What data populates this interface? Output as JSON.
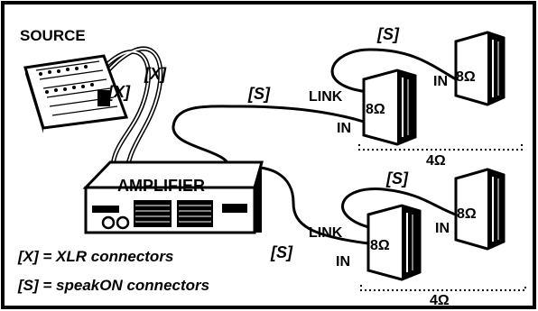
{
  "labels": {
    "source": "SOURCE",
    "amplifier": "AMPLIFIER",
    "link": "LINK",
    "in": "IN",
    "ohm8": "8Ω",
    "ohm4": "4Ω",
    "xlr_tag": "[X]",
    "speakon_tag": "[S]"
  },
  "legend": {
    "xlr": "[X] = XLR connectors",
    "speakon": "[S] = speakON connectors"
  },
  "colors": {
    "line": "#000000",
    "background": "#ffffff",
    "cabinet": "#ffffff"
  }
}
